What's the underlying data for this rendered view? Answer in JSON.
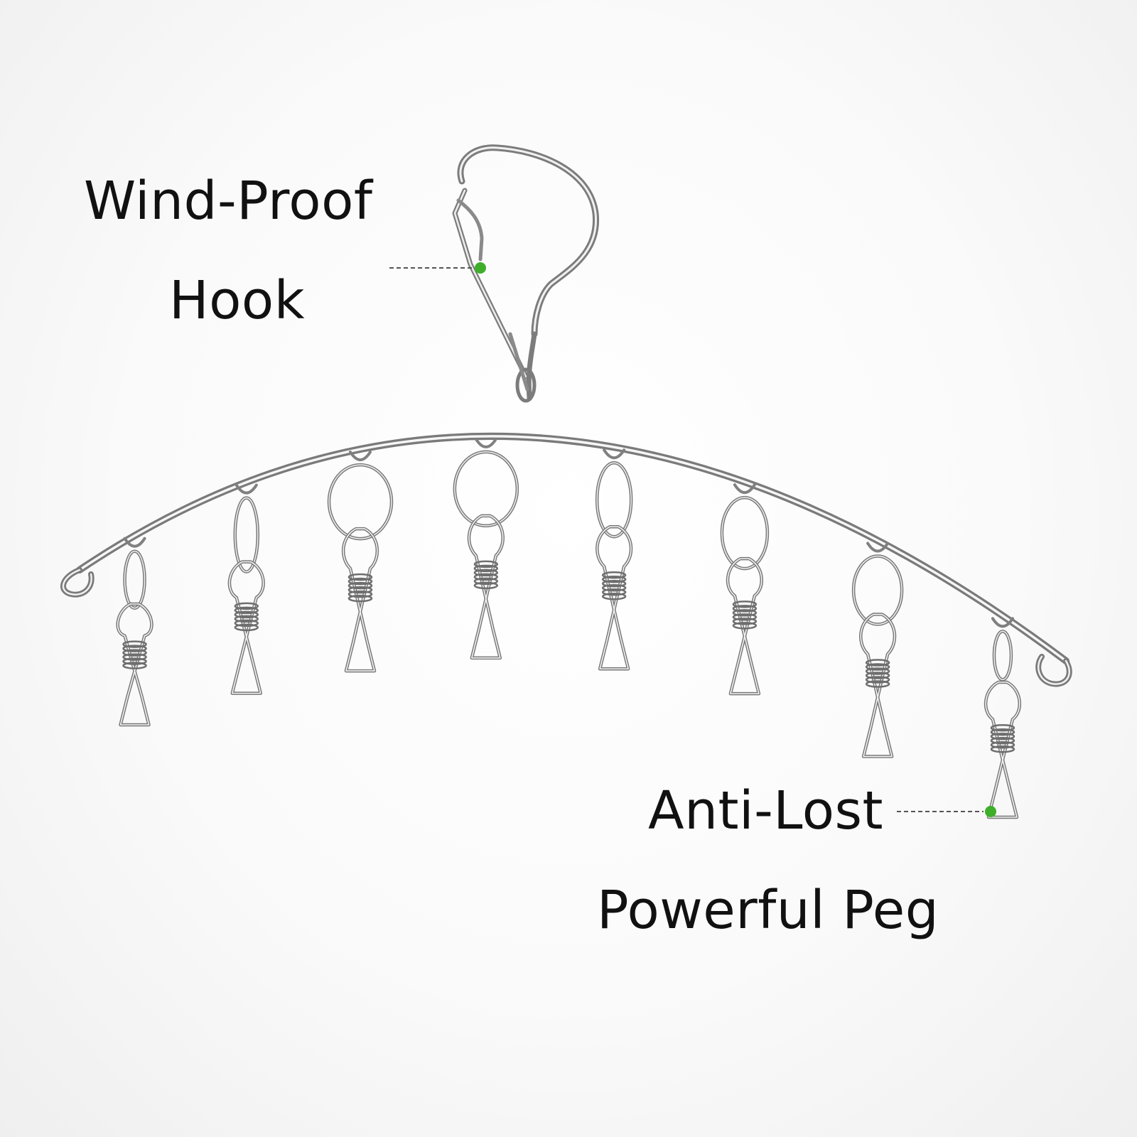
{
  "callouts": {
    "hook": {
      "line1": "Wind-Proof",
      "line2": "Hook"
    },
    "peg": {
      "line1": "Anti-Lost",
      "line2": "Powerful Peg"
    }
  },
  "colors": {
    "callout_dot": "#3fae2a",
    "callout_leader": "#555555",
    "label_text": "#111111",
    "metal_dark": "#7a7a7a",
    "metal_light": "#f4f4f4"
  },
  "product": {
    "peg_count": 8
  }
}
